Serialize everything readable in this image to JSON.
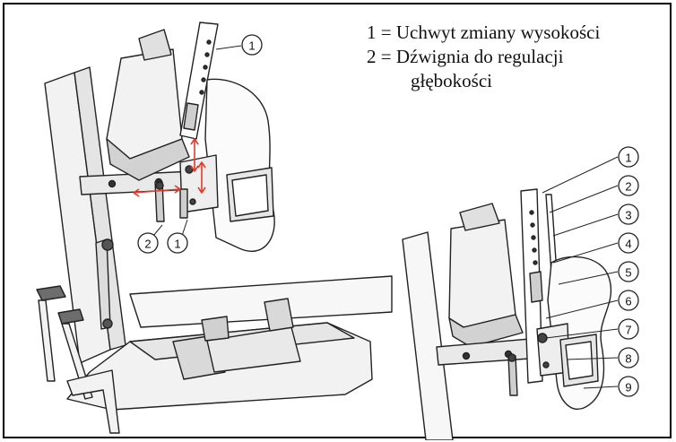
{
  "legend": {
    "item_1": "1 = Uchwyt zmiany wysokości",
    "item_2_line1": "2 = Dźwignia do regulacji",
    "item_2_line2": "głębokości"
  },
  "callouts_left": {
    "top": "1",
    "lower_a": "2",
    "lower_b": "1"
  },
  "callouts_right": [
    "1",
    "2",
    "3",
    "4",
    "5",
    "6",
    "7",
    "8",
    "9"
  ],
  "colors": {
    "line": "#222222",
    "fill": "#f2f2f2",
    "dark": "#9a9a9a",
    "accent_red": "#e23a2a"
  }
}
